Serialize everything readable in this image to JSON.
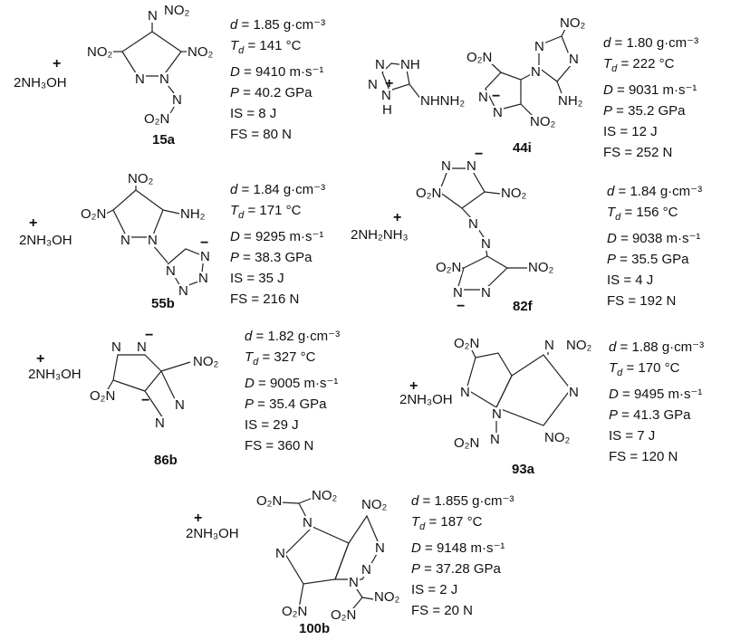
{
  "prop_symbols": {
    "d": "d",
    "T": "T",
    "T_sub": "d",
    "D": "D",
    "P": "P",
    "IS": "IS",
    "FS": "FS",
    "eq": " = "
  },
  "charges": {
    "plus": "+",
    "minus": "−"
  },
  "compounds": [
    {
      "id": "15a",
      "cation": "2NH₃OH",
      "atoms": [
        "N",
        "NO₂",
        "NO₂",
        "NO₂",
        "N",
        "N",
        "N",
        "O₂N"
      ],
      "props": {
        "d": "1.85 g·cm⁻³",
        "Td": "141 °C",
        "D": "9410 m·s⁻¹",
        "P": "40.2 GPa",
        "IS": "8 J",
        "FS": "80 N"
      }
    },
    {
      "id": "44i",
      "cation": "",
      "atoms": [
        "N",
        "NH",
        "N",
        "N",
        "H",
        "NHNH₂",
        "O₂N",
        "N",
        "N",
        "NO₂",
        "NO₂",
        "N",
        "N",
        "N",
        "NH₂"
      ],
      "props": {
        "d": "1.80 g·cm⁻³",
        "Td": "222 °C",
        "D": "9031 m·s⁻¹",
        "P": "35.2 GPa",
        "IS": "12 J",
        "FS": "252 N"
      }
    },
    {
      "id": "55b",
      "cation": "2NH₃OH",
      "atoms": [
        "NO₂",
        "O₂N",
        "NH₂",
        "N",
        "N",
        "N",
        "N",
        "N",
        "N"
      ],
      "props": {
        "d": "1.84 g·cm⁻³",
        "Td": "171 °C",
        "D": "9295 m·s⁻¹",
        "P": "38.3 GPa",
        "IS": "35 J",
        "FS": "216 N"
      }
    },
    {
      "id": "82f",
      "cation": "2NH₂NH₃",
      "atoms": [
        "N",
        "N",
        "O₂N",
        "NO₂",
        "N",
        "N",
        "O₂N",
        "NO₂",
        "N",
        "N"
      ],
      "props": {
        "d": "1.84 g·cm⁻³",
        "Td": "156 °C",
        "D": "9038 m·s⁻¹",
        "P": "35.5 GPa",
        "IS": "4 J",
        "FS": "192 N"
      }
    },
    {
      "id": "86b",
      "cation": "2NH₃OH",
      "atoms": [
        "N",
        "N",
        "NO₂",
        "O₂N",
        "N",
        "N"
      ],
      "props": {
        "d": "1.82 g·cm⁻³",
        "Td": "327 °C",
        "D": "9005 m·s⁻¹",
        "P": "35.4 GPa",
        "IS": "29 J",
        "FS": "360 N"
      }
    },
    {
      "id": "93a",
      "cation": "2NH₃OH",
      "atoms": [
        "O₂N",
        "N",
        "NO₂",
        "N",
        "N",
        "N",
        "O₂N",
        "N",
        "NO₂"
      ],
      "props": {
        "d": "1.88 g·cm⁻³",
        "Td": "170 °C",
        "D": "9495 m·s⁻¹",
        "P": "41.3 GPa",
        "IS": "7 J",
        "FS": "120 N"
      }
    },
    {
      "id": "100b",
      "cation": "2NH₃OH",
      "atoms": [
        "O₂N",
        "NO₂",
        "NO₂",
        "N",
        "N",
        "N",
        "N",
        "N",
        "O₂N",
        "O₂N",
        "NO₂"
      ],
      "props": {
        "d": "1.855 g·cm⁻³",
        "Td": "187 °C",
        "D": "9148 m·s⁻¹",
        "P": "37.28 GPa",
        "IS": "2 J",
        "FS": "20 N"
      }
    }
  ]
}
